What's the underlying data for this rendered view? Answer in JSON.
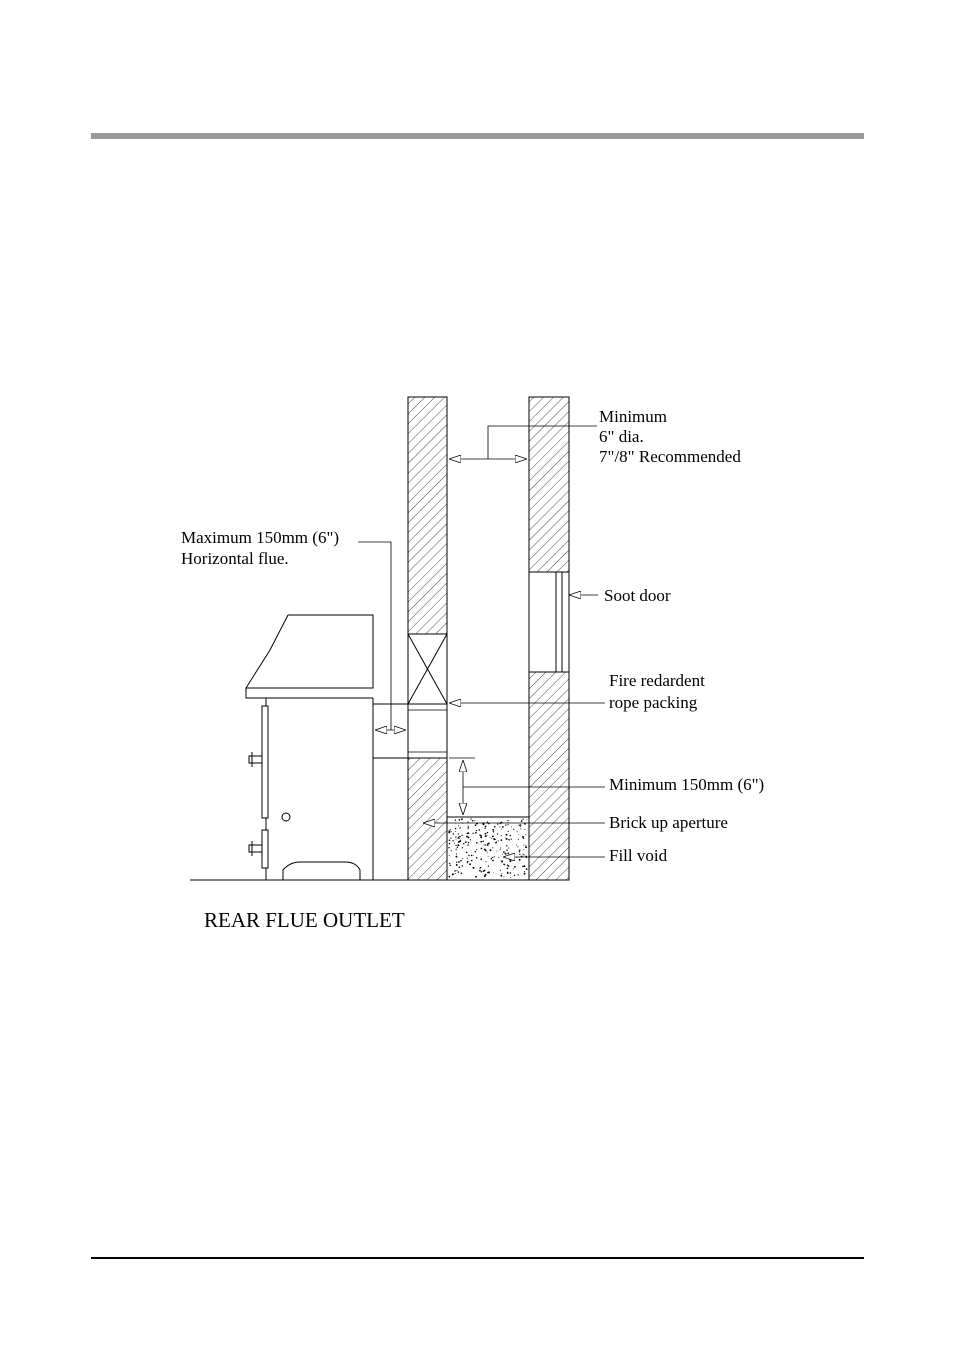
{
  "labels": {
    "minimum_dia_line1": "Minimum",
    "minimum_dia_line2": "6\" dia.",
    "minimum_dia_line3": "7\"/8\" Recommended",
    "horizontal_flue_line1": "Maximum 150mm (6\")",
    "horizontal_flue_line2": "Horizontal flue.",
    "soot_door": "Soot door",
    "rope_packing_line1": "Fire redardent",
    "rope_packing_line2": "rope packing",
    "minimum_150": "Minimum 150mm (6\")",
    "brick_up": "Brick up aperture",
    "fill_void": "Fill void"
  },
  "caption": "REAR FLUE OUTLET",
  "colors": {
    "rule": "#9a9a9a",
    "ink": "#000000"
  }
}
